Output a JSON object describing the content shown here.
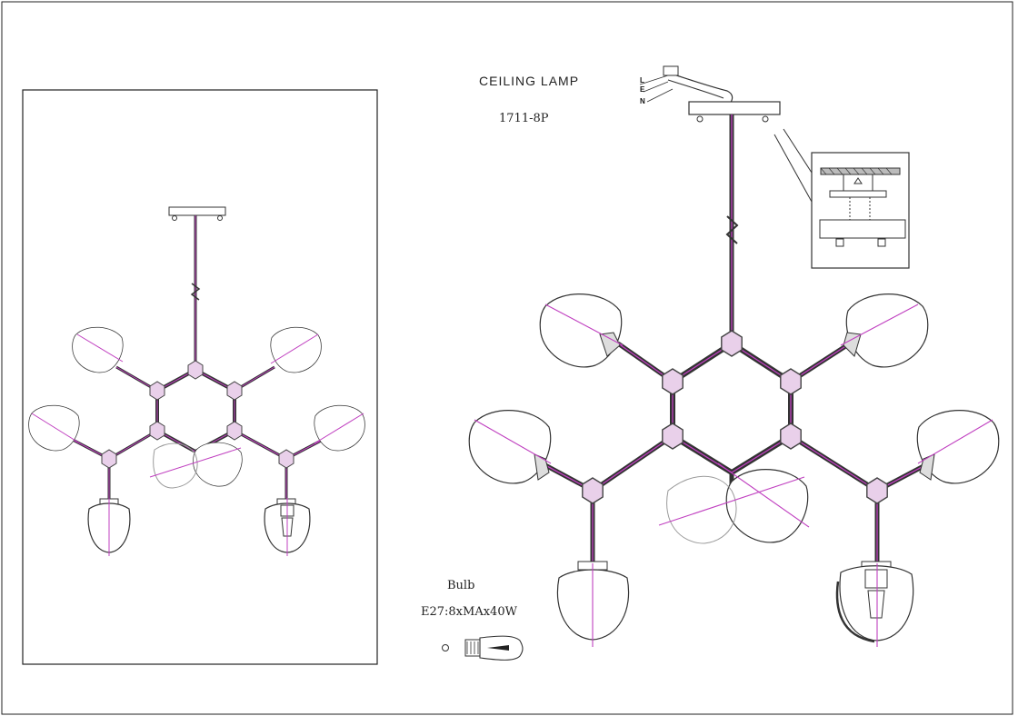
{
  "drawing": {
    "title": "CEILING LAMP",
    "model": "1711-8P",
    "bulb_label": "Bulb",
    "bulb_spec": "E27:8xMAx40W",
    "wires": [
      "L",
      "E",
      "N"
    ],
    "colors": {
      "line": "#222222",
      "accent": "#c040c0",
      "ghost": "#9a9a9a"
    }
  }
}
